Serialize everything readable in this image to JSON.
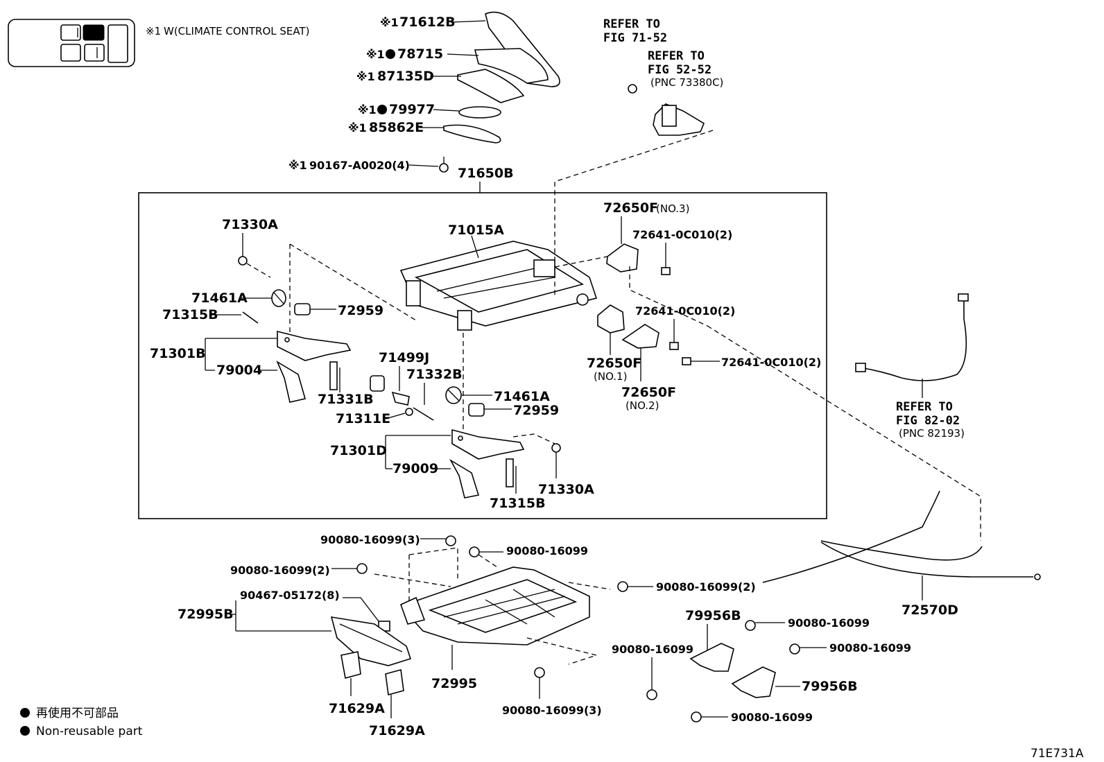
{
  "header": {
    "note_mark": "※1",
    "note_text": "W(CLIMATE CONTROL SEAT)"
  },
  "references": {
    "ref1": {
      "line1": "REFER TO",
      "line2": "FIG 71-52"
    },
    "ref2": {
      "line1": "REFER TO",
      "line2": "FIG 52-52",
      "line3": "(PNC 73380C)"
    },
    "ref3": {
      "line1": "REFER TO",
      "line2": "FIG 82-02",
      "line3": "(PNC 82193)"
    }
  },
  "top_parts": {
    "p71612b": {
      "mark": "※1",
      "num": "71612B"
    },
    "p78715": {
      "mark": "※1",
      "num": "78715"
    },
    "p87135d": {
      "mark": "※1",
      "num": "87135D"
    },
    "p79977": {
      "mark": "※1",
      "num": "79977"
    },
    "p85862e": {
      "mark": "※1",
      "num": "85862E"
    },
    "p90167": {
      "mark": "※1",
      "num": "90167-A0020(4)"
    }
  },
  "frame": {
    "assembly": "71650B",
    "parts": {
      "p71330a_1": "71330A",
      "p71015a": "71015A",
      "p72650f_3": "72650F",
      "p72650f_3_sub": "(NO.3)",
      "p72641_1": "72641-0C010(2)",
      "p71461a_1": "71461A",
      "p72959_1": "72959",
      "p71315b_1": "71315B",
      "p72641_2": "72641-0C010(2)",
      "p71301b": "71301B",
      "p79004": "79004",
      "p71331b": "71331B",
      "p71499j": "71499J",
      "p71332b": "71332B",
      "p72650f_1": "72650F",
      "p72650f_1_sub": "(NO.1)",
      "p72641_3": "72641-0C010(2)",
      "p72650f_2": "72650F",
      "p72650f_2_sub": "(NO.2)",
      "p71461a_2": "71461A",
      "p72959_2": "72959",
      "p71311e": "71311E",
      "p71301d": "71301D",
      "p79009": "79009",
      "p71330a_2": "71330A",
      "p71315b_2": "71315B"
    }
  },
  "bottom_parts": {
    "b90080_3a": "90080-16099(3)",
    "b90080_a": "90080-16099",
    "b90080_2a": "90080-16099(2)",
    "b90467": "90467-05172(8)",
    "b72995b": "72995B",
    "b90080_2b": "90080-16099(2)",
    "b79956b_1": "79956B",
    "b90080_b": "90080-16099",
    "b90080_c": "90080-16099",
    "b90080_d": "90080-16099",
    "b71629a_1": "71629A",
    "b72995": "72995",
    "b71629a_2": "71629A",
    "b90080_3b": "90080-16099(3)",
    "b79956b_2": "79956B",
    "b90080_e": "90080-16099",
    "b72570d": "72570D"
  },
  "legend": {
    "line1": "再使用不可部品",
    "line2": "Non-reusable part"
  },
  "figure_id": "71E731A"
}
